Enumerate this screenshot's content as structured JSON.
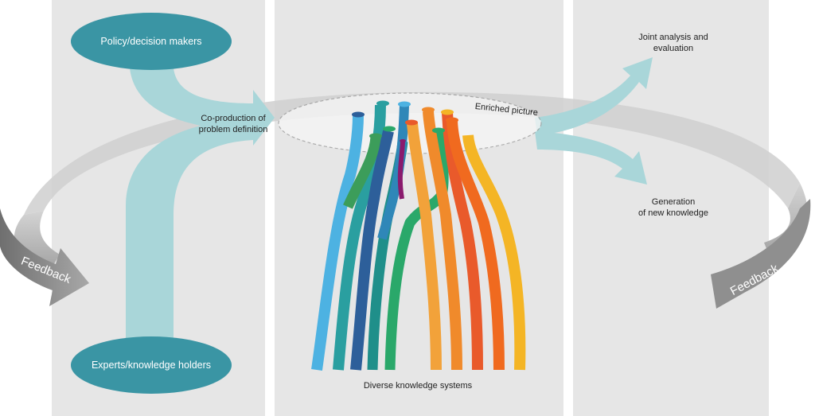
{
  "nodes": {
    "policy": "Policy/decision makers",
    "experts": "Experts/knowledge holders"
  },
  "labels": {
    "coproduction_line1": "Co-production of",
    "coproduction_line2": "problem definition",
    "enriched": "Enriched picture",
    "diverse": "Diverse knowledge systems",
    "joint_line1": "Joint analysis and",
    "joint_line2": "evaluation",
    "generation_line1": "Generation",
    "generation_line2": "of new knowledge",
    "feedback_left": "Feedback",
    "feedback_right": "Feedback"
  },
  "colors": {
    "panel": "#e6e6e6",
    "node_fill": "#3a95a4",
    "arrow": "#a9d6d9",
    "ring": "#c9c9c9",
    "feedback_dark": "#8a8a8a",
    "strands": [
      "#4db2e2",
      "#2f87b8",
      "#2d5f9a",
      "#1f8f8a",
      "#2a7d88",
      "#3c9d5a",
      "#2aa86a",
      "#8a1a6d",
      "#f08a2b",
      "#f2a23a",
      "#e95a2b",
      "#f06a1f",
      "#f4b525"
    ]
  }
}
